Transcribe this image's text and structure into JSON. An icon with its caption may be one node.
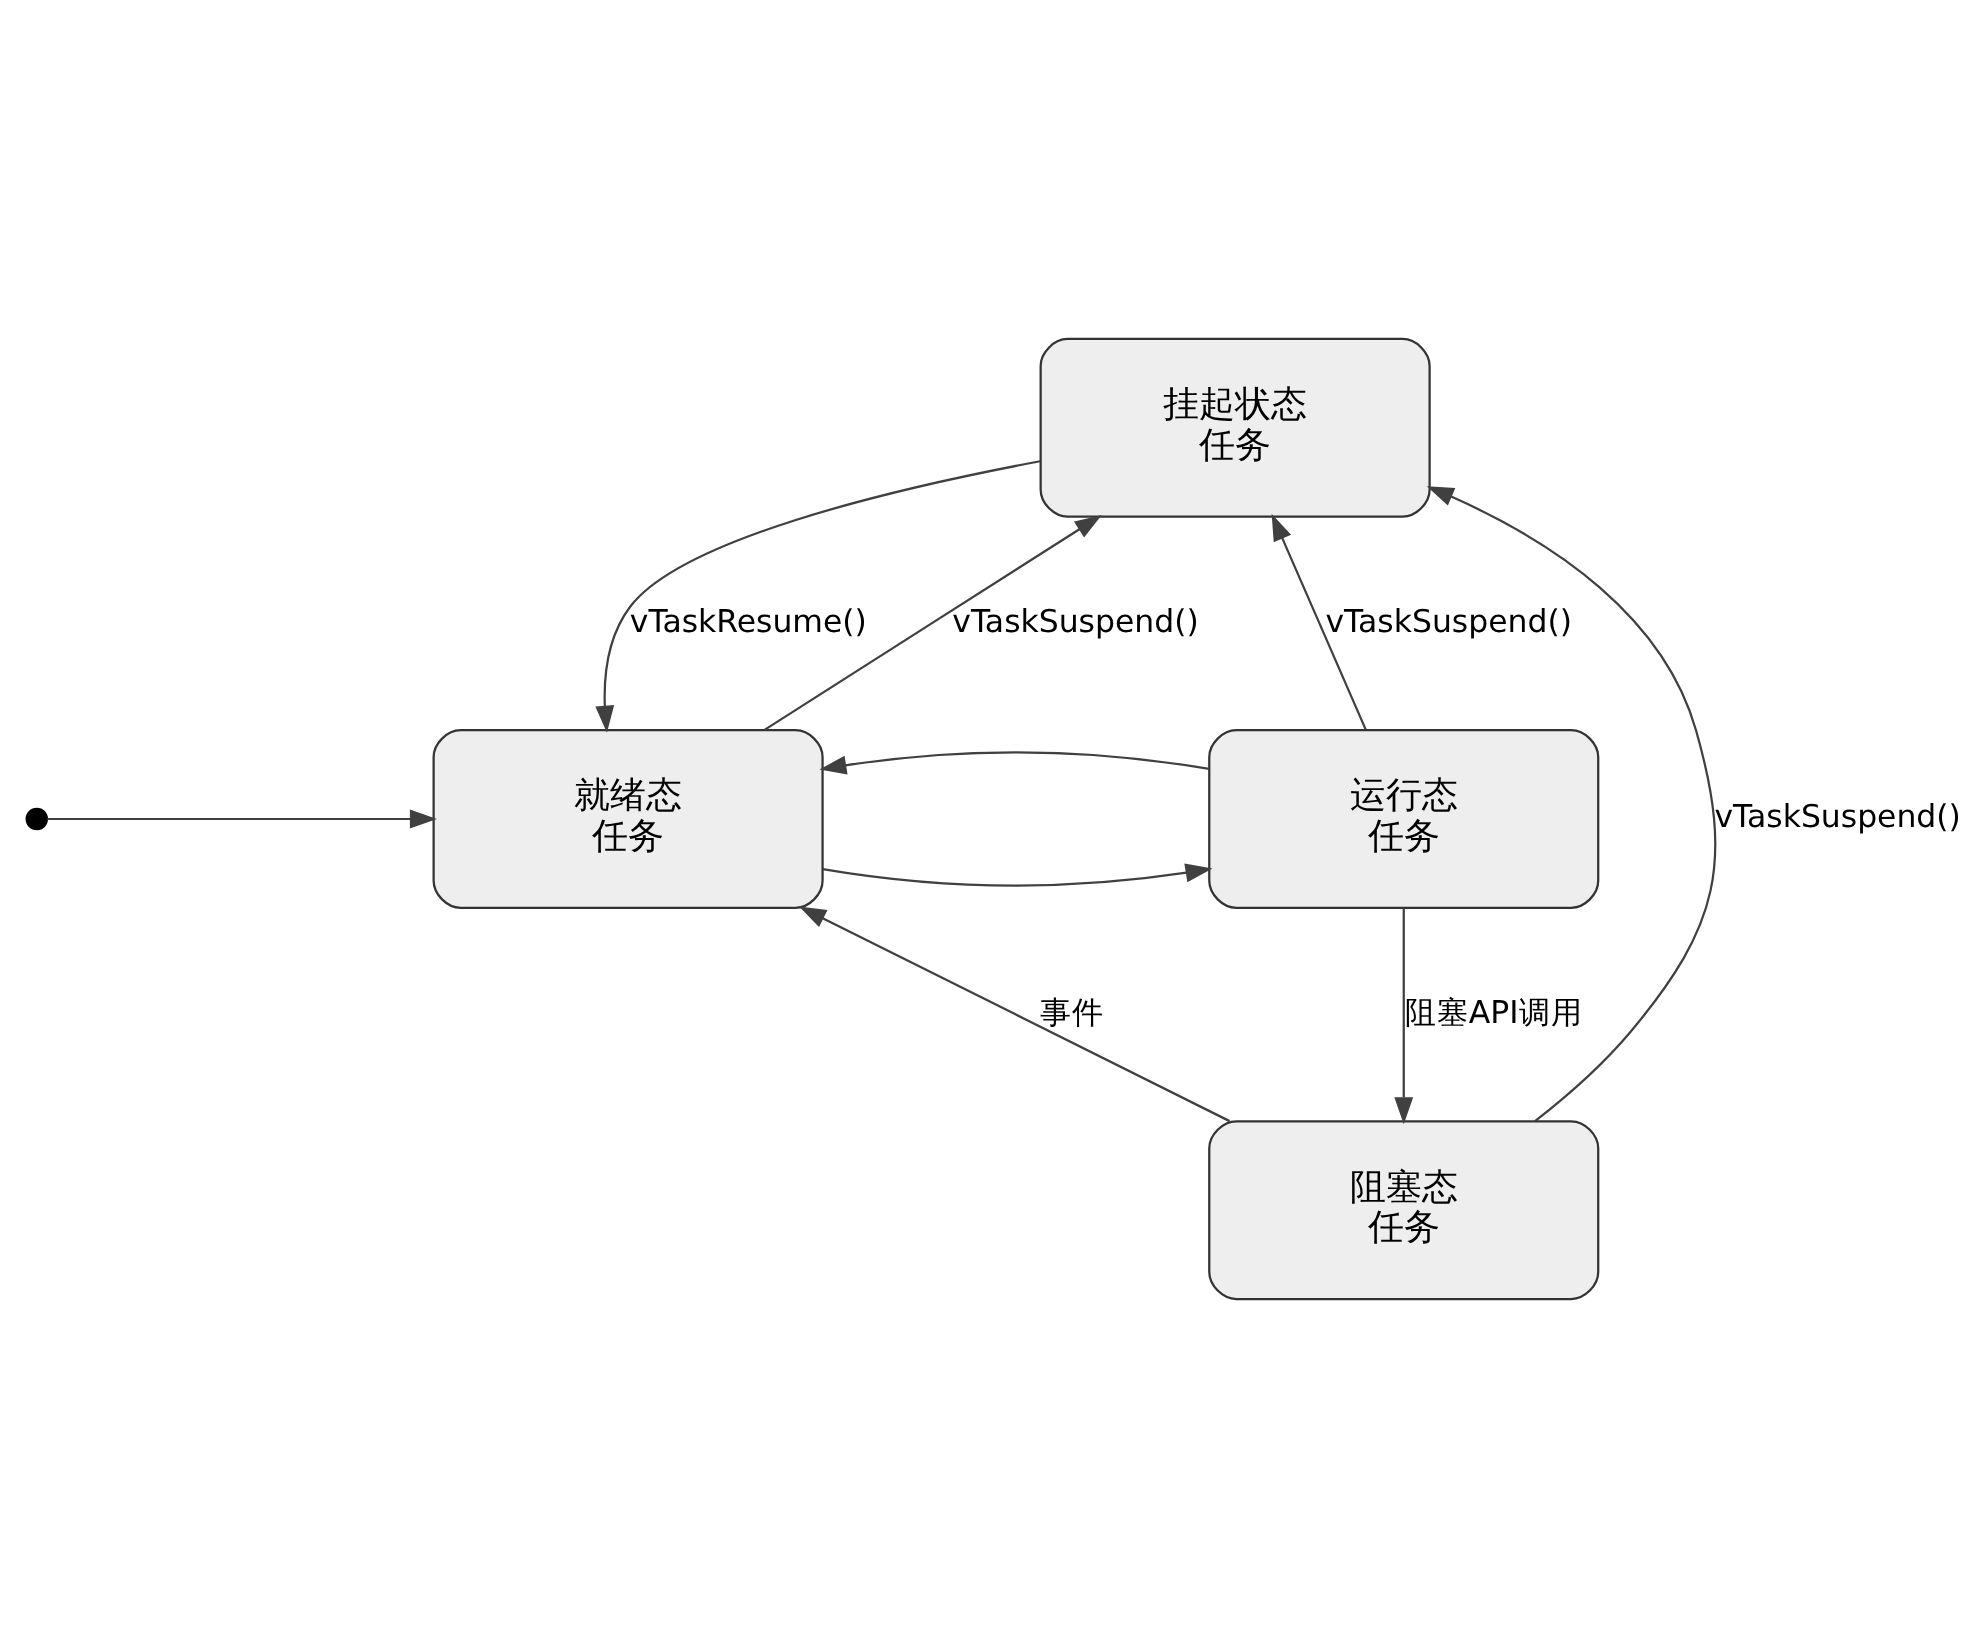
{
  "diagram": {
    "nodes": [
      {
        "text": [
          "挂起状态任务"
        ]
      },
      {
        "text": [
          "就绪态任务"
        ]
      },
      {
        "text": [
          "运行态任务"
        ]
      },
      {
        "text": [
          "阻塞态任务"
        ]
      },
      {
        "text": [],
        "shape": "circle"
      }
    ],
    "edges": [
      {
        "from": 4,
        "to": 1,
        "arrow": "to"
      },
      {
        "from": 1,
        "to": 0,
        "arrow": "to",
        "label": "vTaskSuspend()"
      },
      {
        "from": 0,
        "to": 1,
        "arrow": "to",
        "label": "vTaskResume()"
      },
      {
        "from": 1,
        "to": 2,
        "arrow": "to"
      },
      {
        "from": 2,
        "to": 1,
        "arrow": "to"
      },
      {
        "from": 2,
        "to": 0,
        "arrow": "to",
        "label": "vTaskSuspend()"
      },
      {
        "from": 2,
        "to": 3,
        "arrow": "to",
        "label": "阻塞API调用"
      },
      {
        "from": 3,
        "to": 1,
        "arrow": "to",
        "label": "事件"
      },
      {
        "from": 3,
        "to": 0,
        "arrow": "to",
        "label": "vTaskSuspend()"
      }
    ]
  }
}
